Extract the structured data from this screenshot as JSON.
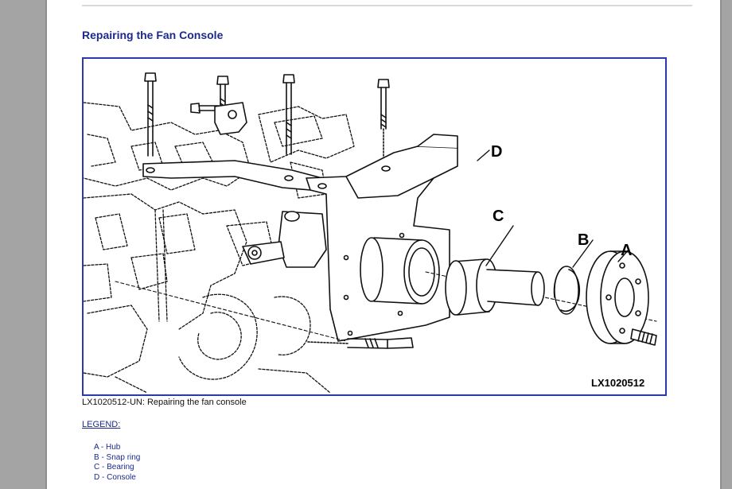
{
  "page": {
    "heading": "Repairing the Fan Console",
    "figure": {
      "callouts": {
        "a": "A",
        "b": "B",
        "c": "C",
        "d": "D"
      },
      "figure_id": "LX1020512"
    },
    "caption": "LX1020512-UN: Repairing the fan console",
    "legend_title": "LEGEND:",
    "legend_items": [
      "A - Hub",
      "B - Snap ring",
      "C - Bearing",
      "D - Console"
    ]
  },
  "colors": {
    "heading": "#1b2a8c",
    "frame_border": "#2a3aa8",
    "gutter": "#a4a4a4"
  }
}
